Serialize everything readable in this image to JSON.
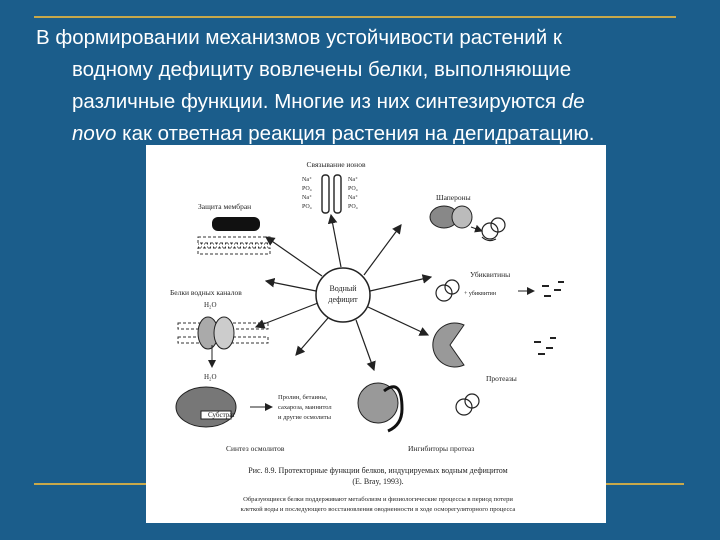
{
  "slide": {
    "title_lines": [
      "В формировании механизмов устойчивости растений к",
      "водному дефициту вовлечены белки, выполняющие",
      "различные функции. Многие из них синтезируются"
    ],
    "title_line3_italic": "de",
    "title_line4_italic": "novo",
    "title_line4_rest": " как ответная реакция растения на дегидратацию."
  },
  "figure": {
    "center_label_1": "Водный",
    "center_label_2": "дефицит",
    "ion_label": "Связывание ионов",
    "ions_left": [
      "Na⁺",
      "PO₄",
      "Na⁺",
      "PO₄"
    ],
    "ions_right": [
      "Na⁺",
      "PO₄",
      "Na⁺",
      "PO₄"
    ],
    "membrane_label": "Защита мембран",
    "chaperone_label": "Шапероны",
    "ubiquitin_label": "Убиквитины",
    "ubiquitin_sub": "+ убиквитин",
    "channel_label": "Белки водных каналов",
    "h2o_top": "H₂O",
    "h2o_bottom": "H₂O",
    "protease_label": "Протеазы",
    "substrate_label": "Субстрат",
    "osmolyte_list": [
      "Пролин, бетаины,",
      "сахароза, маннитол",
      "и другие осмолиты"
    ],
    "osmolyte_label": "Синтез осмолитов",
    "inhibitor_label": "Ингибиторы протеаз",
    "caption_line1": "Рис. 8.9. Протекторные функции белков, индуцируемых водным дефицитом",
    "caption_line2": "(E. Bray, 1993).",
    "caption_note1": "Образующиеся белки поддерживают метаболизм и физиологические процессы в период потери",
    "caption_note2": "клеткой воды и последующего восстановления оводненности в ходе осморегуляторного процесса"
  }
}
